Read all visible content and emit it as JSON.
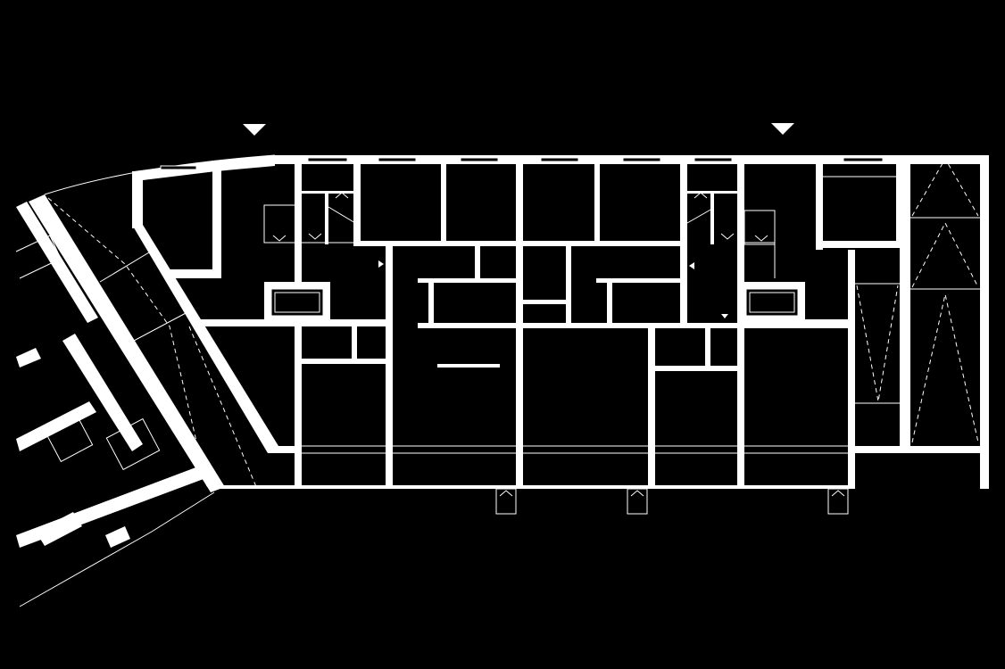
{
  "drawing": {
    "type": "floor-plan",
    "colors": {
      "background": "#000000",
      "lines": "#ffffff"
    },
    "entrance_markers": 2,
    "balcony_bays": 3,
    "stairs": 2,
    "elevators": 2,
    "ramps": 2
  }
}
